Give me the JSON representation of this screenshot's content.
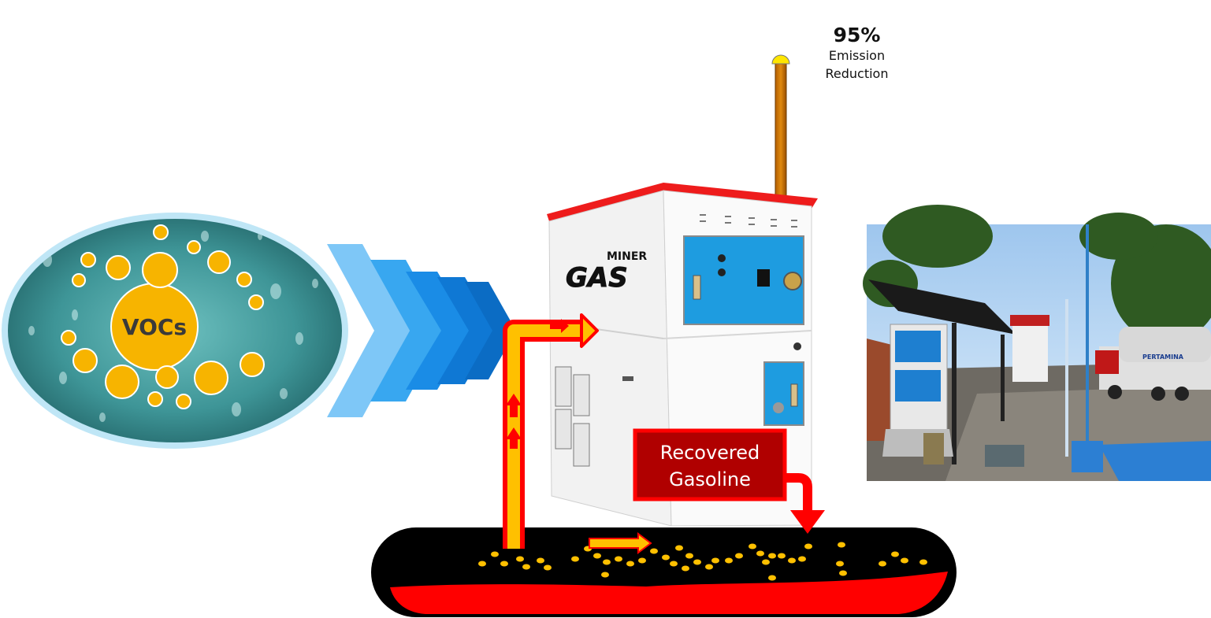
{
  "voc_label": "VOCs",
  "brand_logo": "GAS MINER",
  "stat": {
    "percent": "95%",
    "line1": "Emission",
    "line2": "Reduction"
  },
  "recovered": {
    "line1": "Recovered",
    "line2": "Gasoline"
  },
  "photo_tanker_text": "PERTAMINA",
  "colors": {
    "red": "#ff0000",
    "dark_red": "#b00000",
    "orange": "#ffc000",
    "blue_panel": "#1e9ce0",
    "chevron_light": "#7ec7f7",
    "chevron_dark": "#0b6cc4",
    "tank": "#000000",
    "bubble": "#f7b400"
  }
}
